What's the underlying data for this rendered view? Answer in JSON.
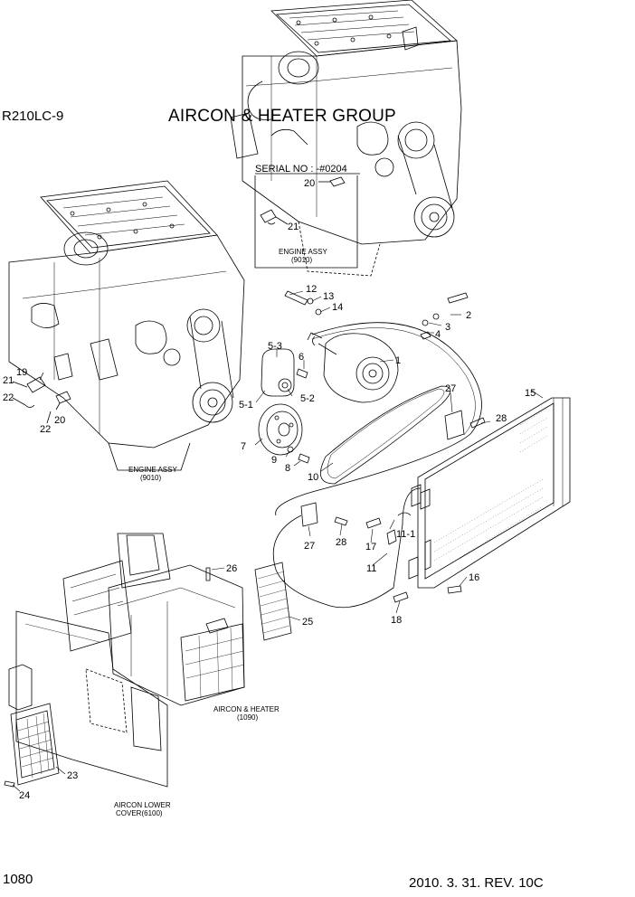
{
  "header": {
    "model": "R210LC-9",
    "title": "AIRCON & HEATER GROUP",
    "serial_no": "SERIAL NO : -#0204"
  },
  "footer": {
    "page_number": "1080",
    "revision": "2010. 3. 31. REV. 10C"
  },
  "captions": {
    "engine_top_line1": "ENGINE ASSY",
    "engine_top_line2": "(9010)",
    "engine_left_line1": "ENGINE ASSY",
    "engine_left_line2": "(9010)",
    "aircon_heater_line1": "AIRCON & HEATER",
    "aircon_heater_line2": "(1090)",
    "lower_cover_line1": "AIRCON LOWER",
    "lower_cover_line2": "COVER(6100)"
  },
  "callouts": {
    "c1": "1",
    "c2": "2",
    "c3": "3",
    "c4": "4",
    "c5_1": "5-1",
    "c5_2": "5-2",
    "c5_3": "5-3",
    "c6": "6",
    "c7": "7",
    "c8": "8",
    "c9": "9",
    "c10": "10",
    "c11": "11",
    "c11_1": "11-1",
    "c12": "12",
    "c13": "13",
    "c14": "14",
    "c15": "15",
    "c16": "16",
    "c17": "17",
    "c18": "18",
    "c19": "19",
    "c20_top": "20",
    "c20_left": "20",
    "c21_top": "21",
    "c21_left": "21",
    "c22_a": "22",
    "c22_b": "22",
    "c23": "23",
    "c24": "24",
    "c25": "25",
    "c26": "26",
    "c27_a": "27",
    "c27_b": "27",
    "c28_a": "28",
    "c28_b": "28"
  }
}
